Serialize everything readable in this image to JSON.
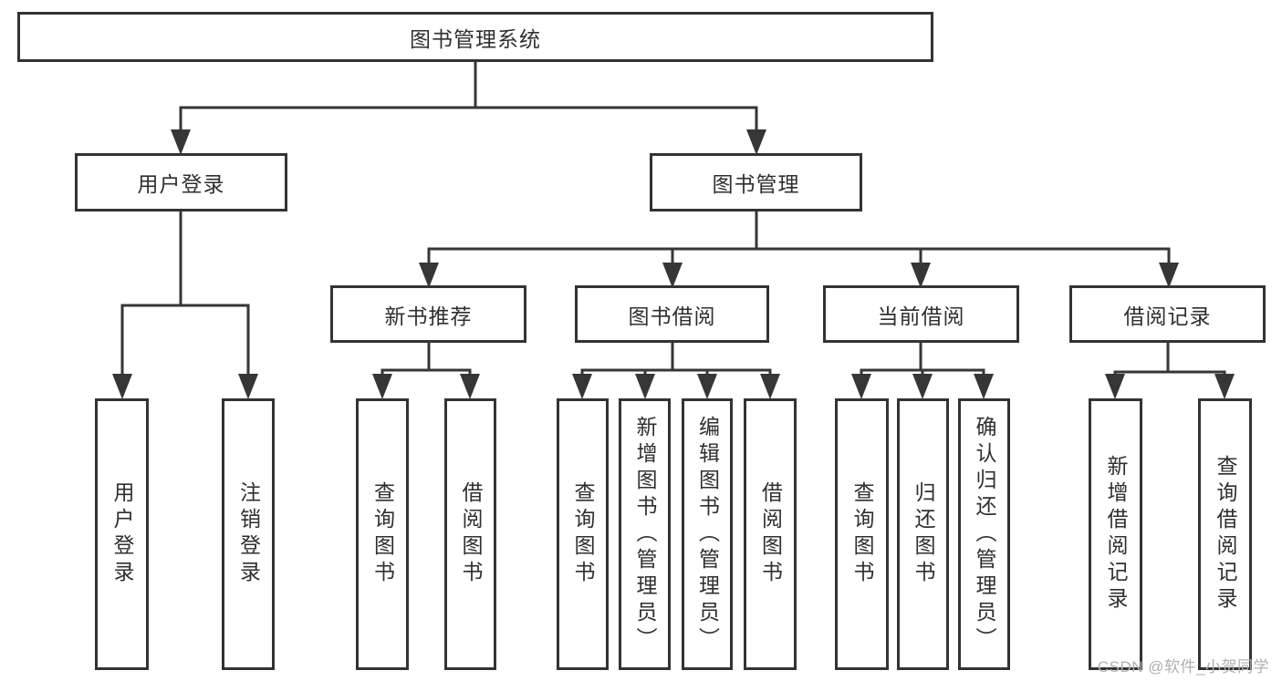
{
  "diagram": {
    "title_node": "图书管理系统",
    "colors": {
      "line": "#363636",
      "border": "#333333",
      "text": "#2f2f2f",
      "watermark": "#b0b0b0",
      "background": "#ffffff"
    },
    "nodes": {
      "root": "图书管理系统",
      "user_login": "用户登录",
      "book_mgmt": "图书管理",
      "new_book_rec": "新书推荐",
      "book_borrow": "图书借阅",
      "current_borrow": "当前借阅",
      "borrow_records": "借阅记录",
      "leaf_user_login": "用户登录",
      "leaf_logout": "注销登录",
      "rec_query_books": "查询图书",
      "rec_borrow_books": "借阅图书",
      "bb_query_books": "查询图书",
      "bb_add_books": "新增图书（管理员）",
      "bb_edit_books": "编辑图书（管理员）",
      "bb_borrow_books": "借阅图书",
      "cb_query_books": "查询图书",
      "cb_return_books": "归还图书",
      "cb_confirm_return": "确认归还（管理员）",
      "br_add_record": "新增借阅记录",
      "br_query_record": "查询借阅记录"
    }
  },
  "watermark": "CSDN @软件_小贺同学"
}
